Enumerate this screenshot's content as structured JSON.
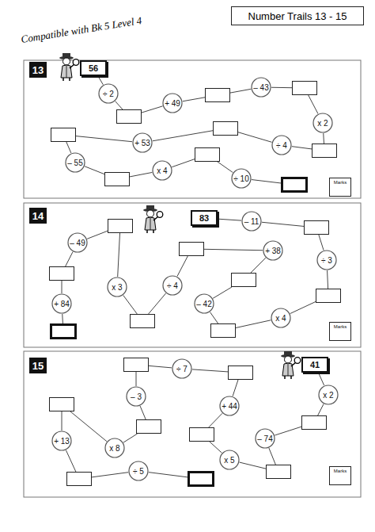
{
  "diagram": {
    "title": "Number Trails 13 - 15",
    "nodes": [
      {
        "text": [
          "13"
        ]
      },
      {
        "text": [
          "56"
        ]
      },
      {
        "text": [
          "÷ 2"
        ]
      },
      {
        "text": []
      },
      {
        "text": [
          "+ 49"
        ]
      },
      {
        "text": []
      },
      {
        "text": [
          "– 43"
        ]
      },
      {
        "text": []
      },
      {
        "text": [
          "x 2"
        ]
      },
      {
        "text": []
      },
      {
        "text": [
          "÷ 4"
        ]
      },
      {
        "text": []
      },
      {
        "text": [
          "+ 53"
        ]
      },
      {
        "text": []
      },
      {
        "text": [
          "– 55"
        ]
      },
      {
        "text": []
      },
      {
        "text": [
          "x 4"
        ]
      },
      {
        "text": []
      },
      {
        "text": [
          "÷ 10"
        ]
      },
      {
        "text": []
      },
      {
        "text": [
          "Marks"
        ]
      },
      {
        "text": [
          "14"
        ]
      },
      {
        "text": [
          "83"
        ]
      },
      {
        "text": [
          "– 11"
        ]
      },
      {
        "text": []
      },
      {
        "text": [
          "÷ 3"
        ]
      },
      {
        "text": []
      },
      {
        "text": [
          "x 4"
        ]
      },
      {
        "text": []
      },
      {
        "text": [
          "– 42"
        ]
      },
      {
        "text": []
      },
      {
        "text": [
          "+ 38"
        ]
      },
      {
        "text": []
      },
      {
        "text": [
          "÷ 4"
        ]
      },
      {
        "text": []
      },
      {
        "text": [
          "x 3"
        ]
      },
      {
        "text": []
      },
      {
        "text": [
          "– 49"
        ]
      },
      {
        "text": []
      },
      {
        "text": [
          "+ 84"
        ]
      },
      {
        "text": []
      },
      {
        "text": [
          "Marks"
        ]
      },
      {
        "text": [
          "15"
        ]
      },
      {
        "text": [
          "41"
        ]
      },
      {
        "text": [
          "x 2"
        ]
      },
      {
        "text": []
      },
      {
        "text": [
          "– 74"
        ]
      },
      {
        "text": []
      },
      {
        "text": [
          "x 5"
        ]
      },
      {
        "text": []
      },
      {
        "text": [
          "+ 44"
        ]
      },
      {
        "text": []
      },
      {
        "text": [
          "÷ 7"
        ]
      },
      {
        "text": []
      },
      {
        "text": [
          "– 3"
        ]
      },
      {
        "text": []
      },
      {
        "text": [
          "x 8"
        ]
      },
      {
        "text": []
      },
      {
        "text": [
          "+ 13"
        ]
      },
      {
        "text": []
      },
      {
        "text": [
          "÷ 5"
        ]
      },
      {
        "text": []
      },
      {
        "text": [
          "Marks"
        ]
      }
    ],
    "edges": [
      {
        "from": 1,
        "to": 2,
        "arrow": "none"
      },
      {
        "from": 2,
        "to": 3,
        "arrow": "none"
      },
      {
        "from": 3,
        "to": 4,
        "arrow": "none"
      },
      {
        "from": 4,
        "to": 5,
        "arrow": "none"
      },
      {
        "from": 5,
        "to": 6,
        "arrow": "none"
      },
      {
        "from": 6,
        "to": 7,
        "arrow": "none"
      },
      {
        "from": 7,
        "to": 8,
        "arrow": "none"
      },
      {
        "from": 8,
        "to": 9,
        "arrow": "none"
      },
      {
        "from": 9,
        "to": 10,
        "arrow": "none"
      },
      {
        "from": 10,
        "to": 11,
        "arrow": "none"
      },
      {
        "from": 11,
        "to": 12,
        "arrow": "none"
      },
      {
        "from": 12,
        "to": 13,
        "arrow": "none"
      },
      {
        "from": 13,
        "to": 14,
        "arrow": "none"
      },
      {
        "from": 14,
        "to": 15,
        "arrow": "none"
      },
      {
        "from": 15,
        "to": 16,
        "arrow": "none"
      },
      {
        "from": 16,
        "to": 17,
        "arrow": "none"
      },
      {
        "from": 17,
        "to": 18,
        "arrow": "none"
      },
      {
        "from": 18,
        "to": 19,
        "arrow": "none"
      },
      {
        "from": 22,
        "to": 23,
        "arrow": "none"
      },
      {
        "from": 23,
        "to": 24,
        "arrow": "none"
      },
      {
        "from": 24,
        "to": 25,
        "arrow": "none"
      },
      {
        "from": 25,
        "to": 26,
        "arrow": "none"
      },
      {
        "from": 26,
        "to": 27,
        "arrow": "none"
      },
      {
        "from": 27,
        "to": 28,
        "arrow": "none"
      },
      {
        "from": 28,
        "to": 29,
        "arrow": "none"
      },
      {
        "from": 29,
        "to": 30,
        "arrow": "none"
      },
      {
        "from": 30,
        "to": 31,
        "arrow": "none"
      },
      {
        "from": 31,
        "to": 32,
        "arrow": "none"
      },
      {
        "from": 32,
        "to": 33,
        "arrow": "none"
      },
      {
        "from": 33,
        "to": 34,
        "arrow": "none"
      },
      {
        "from": 34,
        "to": 35,
        "arrow": "none"
      },
      {
        "from": 35,
        "to": 36,
        "arrow": "none"
      },
      {
        "from": 36,
        "to": 37,
        "arrow": "none"
      },
      {
        "from": 37,
        "to": 38,
        "arrow": "none"
      },
      {
        "from": 38,
        "to": 39,
        "arrow": "none"
      },
      {
        "from": 39,
        "to": 40,
        "arrow": "none"
      },
      {
        "from": 43,
        "to": 44,
        "arrow": "none"
      },
      {
        "from": 44,
        "to": 45,
        "arrow": "none"
      },
      {
        "from": 45,
        "to": 46,
        "arrow": "none"
      },
      {
        "from": 46,
        "to": 47,
        "arrow": "none"
      },
      {
        "from": 47,
        "to": 48,
        "arrow": "none"
      },
      {
        "from": 48,
        "to": 49,
        "arrow": "none"
      },
      {
        "from": 49,
        "to": 50,
        "arrow": "none"
      },
      {
        "from": 50,
        "to": 51,
        "arrow": "none"
      },
      {
        "from": 51,
        "to": 52,
        "arrow": "none"
      },
      {
        "from": 52,
        "to": 53,
        "arrow": "none"
      },
      {
        "from": 53,
        "to": 54,
        "arrow": "none"
      },
      {
        "from": 54,
        "to": 55,
        "arrow": "none"
      },
      {
        "from": 55,
        "to": 56,
        "arrow": "none"
      },
      {
        "from": 56,
        "to": 57,
        "arrow": "none"
      },
      {
        "from": 57,
        "to": 58,
        "arrow": "none"
      },
      {
        "from": 58,
        "to": 59,
        "arrow": "none"
      },
      {
        "from": 59,
        "to": 60,
        "arrow": "none"
      },
      {
        "from": 60,
        "to": 61,
        "arrow": "none"
      }
    ],
    "labels": [
      "Compatible with Bk 5 Level 4"
    ]
  }
}
